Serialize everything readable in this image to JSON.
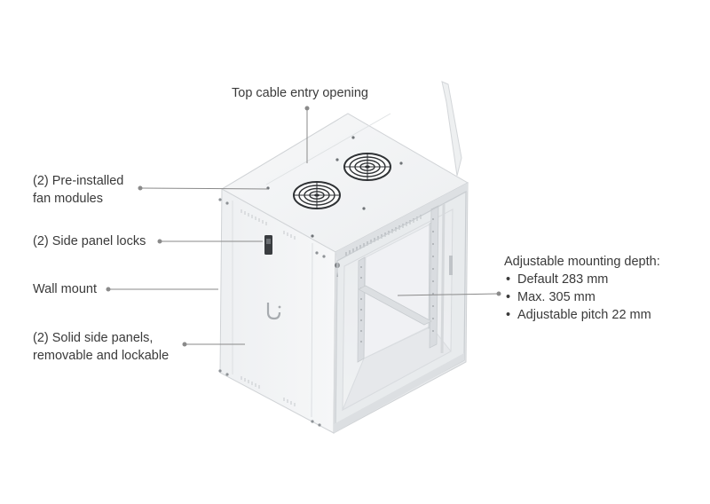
{
  "callouts": {
    "top_cable": "Top cable entry opening",
    "fan_modules": [
      "(2) Pre-installed",
      "fan modules"
    ],
    "side_locks": "(2) Side panel locks",
    "wall_mount": "Wall mount",
    "side_panels": [
      "(2) Solid side panels,",
      "removable and lockable"
    ],
    "mounting_depth": {
      "heading": "Adjustable mounting depth:",
      "items": [
        "Default 283 mm",
        "Max. 305 mm",
        "Adjustable pitch 22 mm"
      ]
    }
  },
  "colors": {
    "text": "#3a3a3a",
    "leader_line": "#8a8a8a",
    "cabinet_light": "#f3f4f5",
    "cabinet_mid": "#e4e6e8",
    "cabinet_dark": "#d5d8db",
    "glass": "#e9ecee"
  },
  "icons": {
    "fans": "fan-grille-icon",
    "logo": "ubiquiti-u-logo-icon"
  }
}
